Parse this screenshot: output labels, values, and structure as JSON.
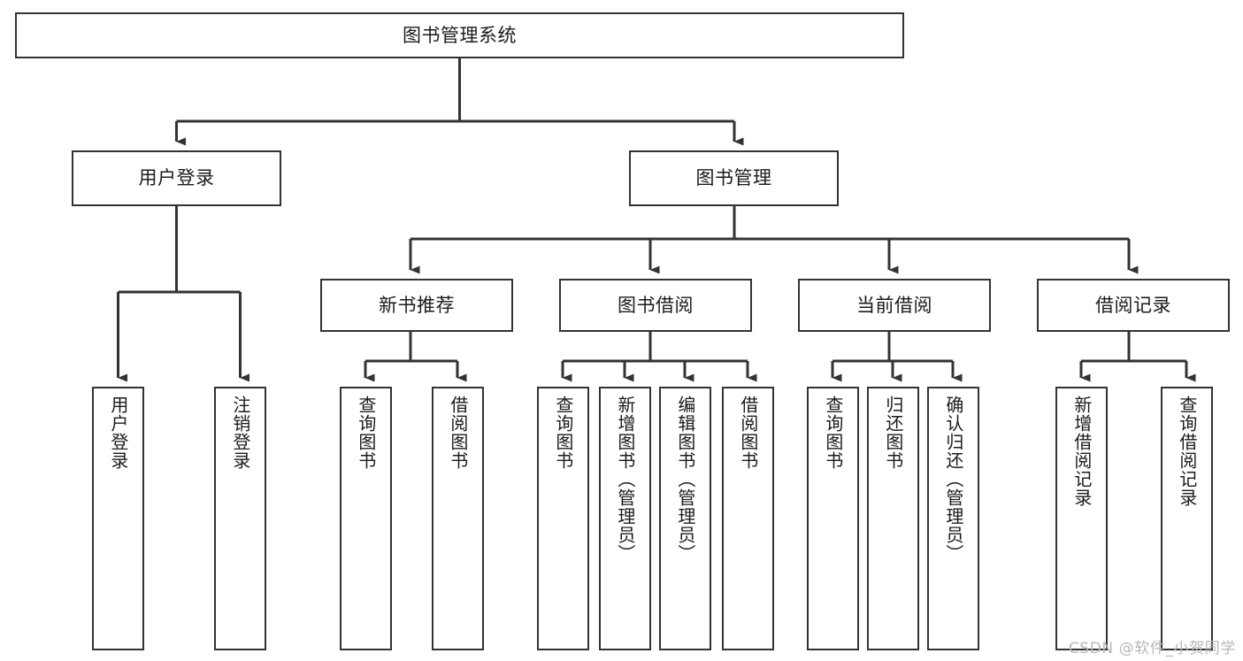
{
  "diagram": {
    "title": "图书管理系统",
    "type": "tree-hierarchy",
    "watermark": "CSDN @软件_小贺同学",
    "colors": {
      "background": "#ffffff",
      "box_border": "#333333",
      "box_fill": "#ffffff",
      "connector": "#333333",
      "text": "#1b1b1b",
      "watermark": "#b8b8b8"
    },
    "nodes": {
      "root": {
        "label": "图书管理系统"
      },
      "level2": [
        {
          "id": "user-login",
          "label": "用户登录"
        },
        {
          "id": "book-management",
          "label": "图书管理"
        }
      ],
      "level3": [
        {
          "id": "new-book-recommend",
          "label": "新书推荐"
        },
        {
          "id": "book-borrow",
          "label": "图书借阅"
        },
        {
          "id": "current-borrow",
          "label": "当前借阅"
        },
        {
          "id": "borrow-record",
          "label": "借阅记录"
        }
      ],
      "leaves": {
        "user_login": [
          {
            "id": "leaf-user-login",
            "label": "用户登录"
          },
          {
            "id": "leaf-logout-login",
            "label": "注销登录"
          }
        ],
        "new_book_recommend": [
          {
            "id": "leaf-query-book-1",
            "label": "查询图书"
          },
          {
            "id": "leaf-borrow-book-1",
            "label": "借阅图书"
          }
        ],
        "book_borrow": [
          {
            "id": "leaf-query-book-2",
            "label": "查询图书"
          },
          {
            "id": "leaf-add-book",
            "label": "新增图书（管理员）"
          },
          {
            "id": "leaf-edit-book",
            "label": "编辑图书（管理员）"
          },
          {
            "id": "leaf-borrow-book-2",
            "label": "借阅图书"
          }
        ],
        "current_borrow": [
          {
            "id": "leaf-query-book-3",
            "label": "查询图书"
          },
          {
            "id": "leaf-return-book",
            "label": "归还图书"
          },
          {
            "id": "leaf-confirm-return",
            "label": "确认归还（管理员）"
          }
        ],
        "borrow_record": [
          {
            "id": "leaf-add-borrow-record",
            "label": "新增借阅记录"
          },
          {
            "id": "leaf-query-borrow-record",
            "label": "查询借阅记录"
          }
        ]
      }
    }
  }
}
